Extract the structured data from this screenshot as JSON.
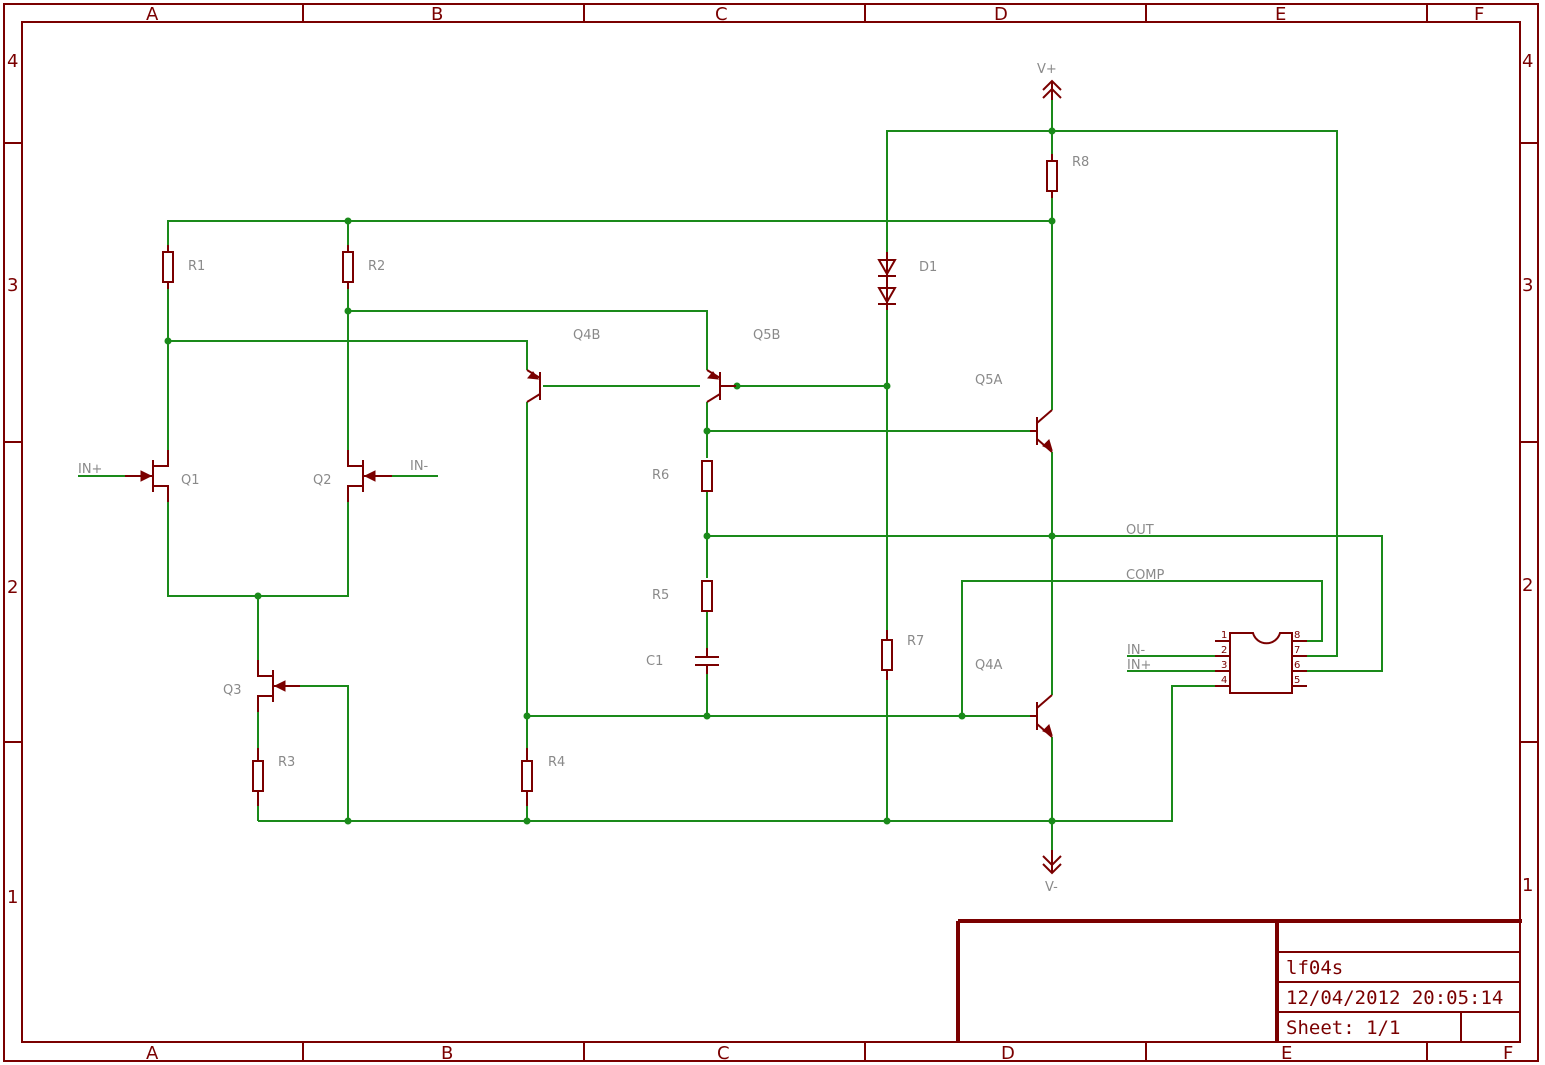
{
  "frame": {
    "columns": [
      "A",
      "B",
      "C",
      "D",
      "E",
      "F"
    ],
    "rows": [
      "4",
      "3",
      "2",
      "1"
    ]
  },
  "labels": {
    "R1": "R1",
    "R2": "R2",
    "R3": "R3",
    "R4": "R4",
    "R5": "R5",
    "R6": "R6",
    "R7": "R7",
    "R8": "R8",
    "C1": "C1",
    "D1": "D1",
    "Q1": "Q1",
    "Q2": "Q2",
    "Q3": "Q3",
    "Q4A": "Q4A",
    "Q4B": "Q4B",
    "Q5A": "Q5A",
    "Q5B": "Q5B"
  },
  "nets": {
    "in_plus": "IN+",
    "in_minus": "IN-",
    "vplus": "V+",
    "vminus": "V-",
    "out": "OUT",
    "comp": "COMP",
    "ic_in_minus": "IN-",
    "ic_in_plus": "IN+"
  },
  "ic_pins": {
    "p1": "1",
    "p2": "2",
    "p3": "3",
    "p4": "4",
    "p5": "5",
    "p6": "6",
    "p7": "7",
    "p8": "8"
  },
  "title_block": {
    "name": "lf04s",
    "datetime": "12/04/2012 20:05:14",
    "sheet": "Sheet: 1/1"
  },
  "colors": {
    "frame": "#7a0000",
    "wire": "#1a8a1a",
    "label": "#8a8a8a"
  }
}
